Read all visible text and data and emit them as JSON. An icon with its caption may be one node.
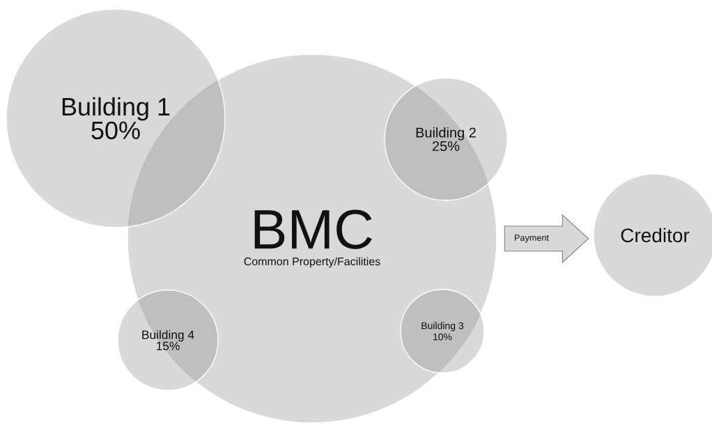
{
  "diagram": {
    "nodes": [
      {
        "text": [
          "Building 1 50%"
        ]
      },
      {
        "text": [
          "BMC",
          "Common Property/Facilities"
        ]
      },
      {
        "text": [
          "Building 2 25%"
        ]
      },
      {
        "text": [
          "Building 4 15%"
        ]
      },
      {
        "text": [
          "Building 3 10%"
        ]
      },
      {
        "text": [
          "Creditor"
        ]
      }
    ],
    "edges": [
      {
        "from": 1,
        "to": 5,
        "arrow": "to",
        "label": "Payment"
      }
    ]
  }
}
